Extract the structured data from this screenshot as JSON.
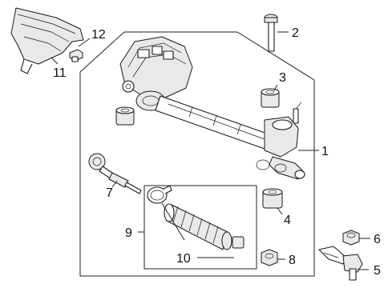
{
  "diagram": {
    "callouts": {
      "c1": "1",
      "c2": "2",
      "c3": "3",
      "c4": "4",
      "c5": "5",
      "c6": "6",
      "c7": "7",
      "c8": "8",
      "c9": "9",
      "c10": "10",
      "c11": "11",
      "c12": "12"
    },
    "parts": [
      "steering-gear-assembly",
      "bolt",
      "bushing",
      "bushing",
      "tie-rod-end",
      "nut",
      "inner-tie-rod",
      "nut",
      "boot-kit",
      "clamp-and-boot",
      "heat-shield",
      "screw"
    ]
  }
}
